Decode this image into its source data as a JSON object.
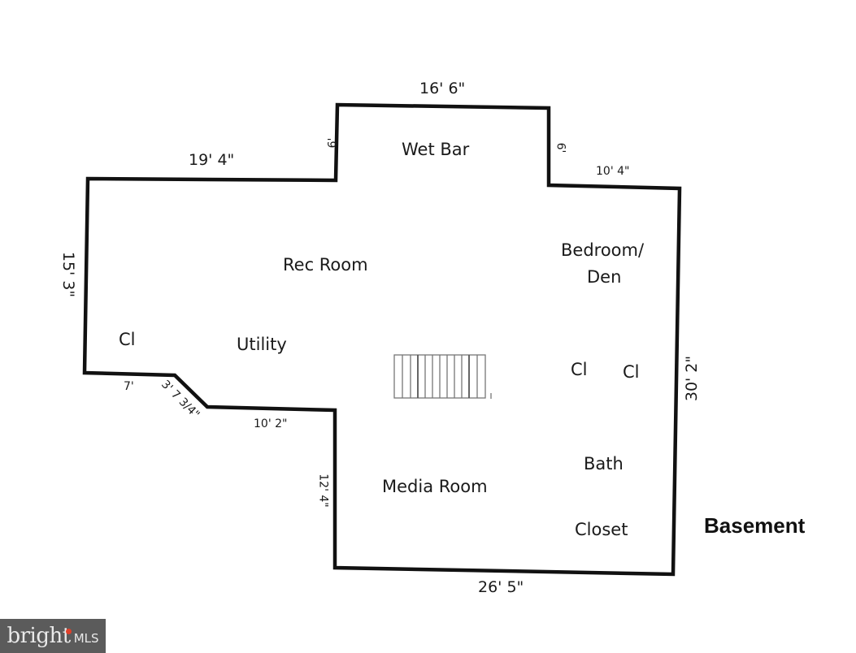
{
  "plan": {
    "title": "Basement",
    "rooms": {
      "wet_bar": "Wet Bar",
      "rec_room": "Rec Room",
      "bedroom_den_line1": "Bedroom/",
      "bedroom_den_line2": "Den",
      "utility": "Utility",
      "closet_left": "Cl",
      "closet_mid": "Cl",
      "closet_right": "Cl",
      "media_room": "Media Room",
      "bath": "Bath",
      "closet": "Closet"
    },
    "dimensions": {
      "wet_bar_top": "16' 6\"",
      "wet_bar_left_side": "6'",
      "wet_bar_right_side": "6'",
      "rec_room_top": "19' 4\"",
      "bedroom_top": "10' 4\"",
      "left_wall": "15' 3\"",
      "right_wall": "30' 2\"",
      "closet_bottom": "7'",
      "diagonal": "3' 7 3/4\"",
      "utility_bottom": "10' 2\"",
      "media_left": "12' 4\"",
      "bottom_wall": "26' 5\""
    }
  },
  "logo": {
    "brand": "bright",
    "suffix": "MLS"
  },
  "colors": {
    "wall": "#111111",
    "stair": "#777777",
    "logo_bg": "#5b5b5b",
    "logo_accent": "#e0402a"
  }
}
